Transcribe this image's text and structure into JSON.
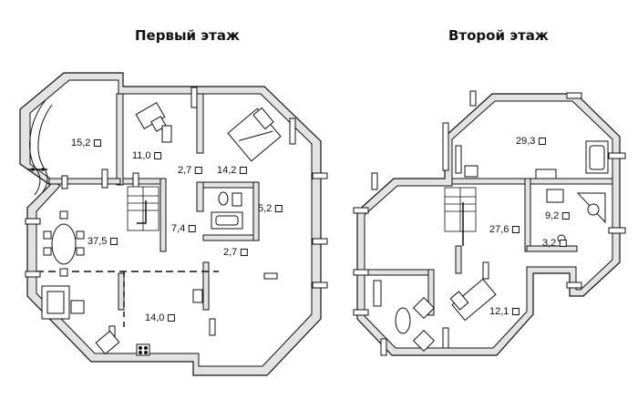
{
  "floors": [
    {
      "title": "Первый этаж",
      "rooms": [
        {
          "area": "15,2"
        },
        {
          "area": "11,0"
        },
        {
          "area": "2,7"
        },
        {
          "area": "14,2"
        },
        {
          "area": "5,2"
        },
        {
          "area": "7,4"
        },
        {
          "area": "37,5"
        },
        {
          "area": "2,7"
        },
        {
          "area": "14,0"
        }
      ]
    },
    {
      "title": "Второй этаж",
      "rooms": [
        {
          "area": "29,3"
        },
        {
          "area": "27,6"
        },
        {
          "area": "9,2"
        },
        {
          "area": "3,2"
        },
        {
          "area": "12,1"
        }
      ]
    }
  ],
  "colors": {
    "wall": "#111111",
    "wall_fill": "#e3e3e3",
    "floor": "#ffffff",
    "furniture": "#222222"
  }
}
